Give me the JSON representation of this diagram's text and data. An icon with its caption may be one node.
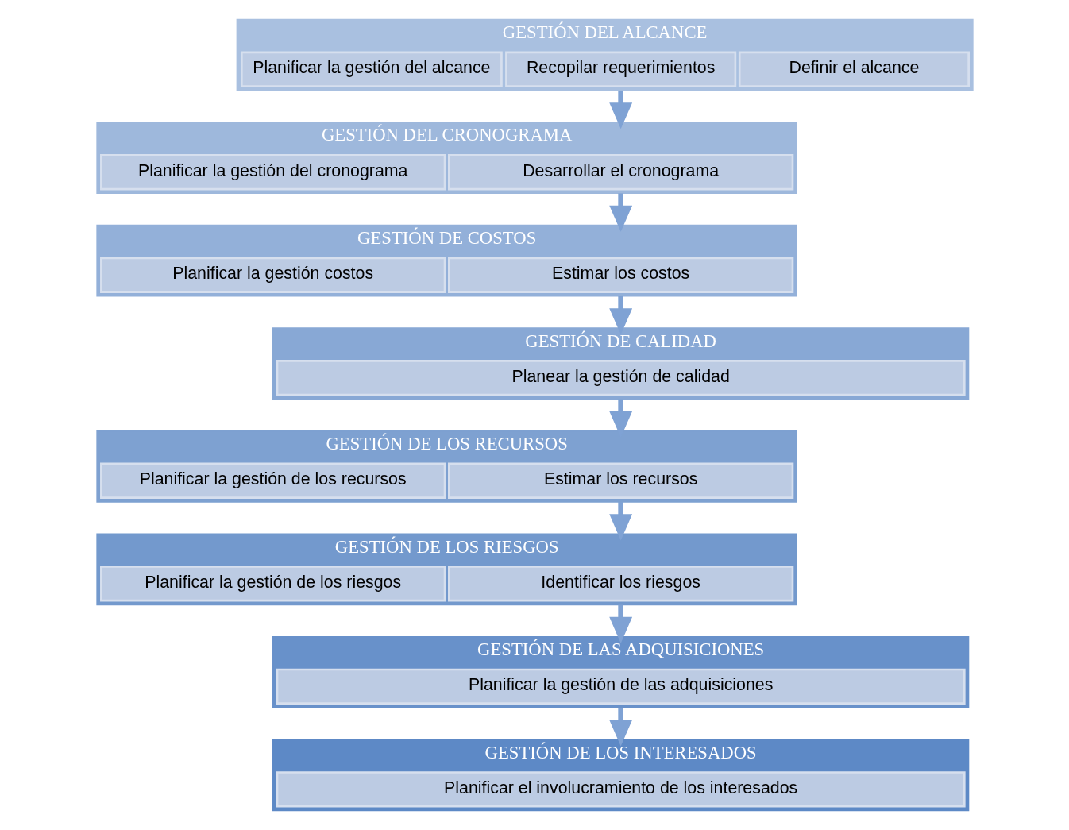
{
  "diagram": {
    "nodes": [
      {
        "text": [
          "GESTIÓN DEL ALCANCE"
        ]
      },
      {
        "text": [
          "Planificar la gestión del alcance"
        ],
        "in": 0
      },
      {
        "text": [
          "Recopilar requerimientos"
        ],
        "in": 0
      },
      {
        "text": [
          "Definir el alcance"
        ],
        "in": 0
      },
      {
        "text": [
          "GESTIÓN DEL CRONOGRAMA"
        ]
      },
      {
        "text": [
          "Planificar la gestión del cronograma"
        ],
        "in": 4
      },
      {
        "text": [
          "Desarrollar el cronograma"
        ],
        "in": 4
      },
      {
        "text": [
          "GESTIÓN DE COSTOS"
        ]
      },
      {
        "text": [
          "Planificar la gestión costos"
        ],
        "in": 7
      },
      {
        "text": [
          "Estimar los costos"
        ],
        "in": 7
      },
      {
        "text": [
          "GESTIÓN DE CALIDAD"
        ]
      },
      {
        "text": [
          "Planear la gestión de calidad"
        ],
        "in": 10
      },
      {
        "text": [
          "GESTIÓN DE LOS RECURSOS"
        ]
      },
      {
        "text": [
          "Planificar la gestión de los recursos"
        ],
        "in": 12
      },
      {
        "text": [
          "Estimar los recursos"
        ],
        "in": 12
      },
      {
        "text": [
          "GESTIÓN DE LOS RIESGOS"
        ]
      },
      {
        "text": [
          "Planificar la gestión de los riesgos"
        ],
        "in": 15
      },
      {
        "text": [
          "Identificar los riesgos"
        ],
        "in": 15
      },
      {
        "text": [
          "GESTIÓN DE LAS ADQUISICIONES"
        ]
      },
      {
        "text": [
          "Planificar la gestión de las adquisiciones"
        ],
        "in": 18
      },
      {
        "text": [
          "GESTIÓN DE LOS INTERESADOS"
        ]
      },
      {
        "text": [
          "Planificar el involucramiento de los interesados"
        ],
        "in": 20
      }
    ],
    "edges": [
      {
        "from": 0,
        "to": 4,
        "arrow": "to"
      },
      {
        "from": 4,
        "to": 7,
        "arrow": "to"
      },
      {
        "from": 7,
        "to": 10,
        "arrow": "to"
      },
      {
        "from": 10,
        "to": 12,
        "arrow": "to"
      },
      {
        "from": 12,
        "to": 15,
        "arrow": "to"
      },
      {
        "from": 15,
        "to": 18,
        "arrow": "to"
      },
      {
        "from": 18,
        "to": 20,
        "arrow": "to"
      }
    ]
  }
}
